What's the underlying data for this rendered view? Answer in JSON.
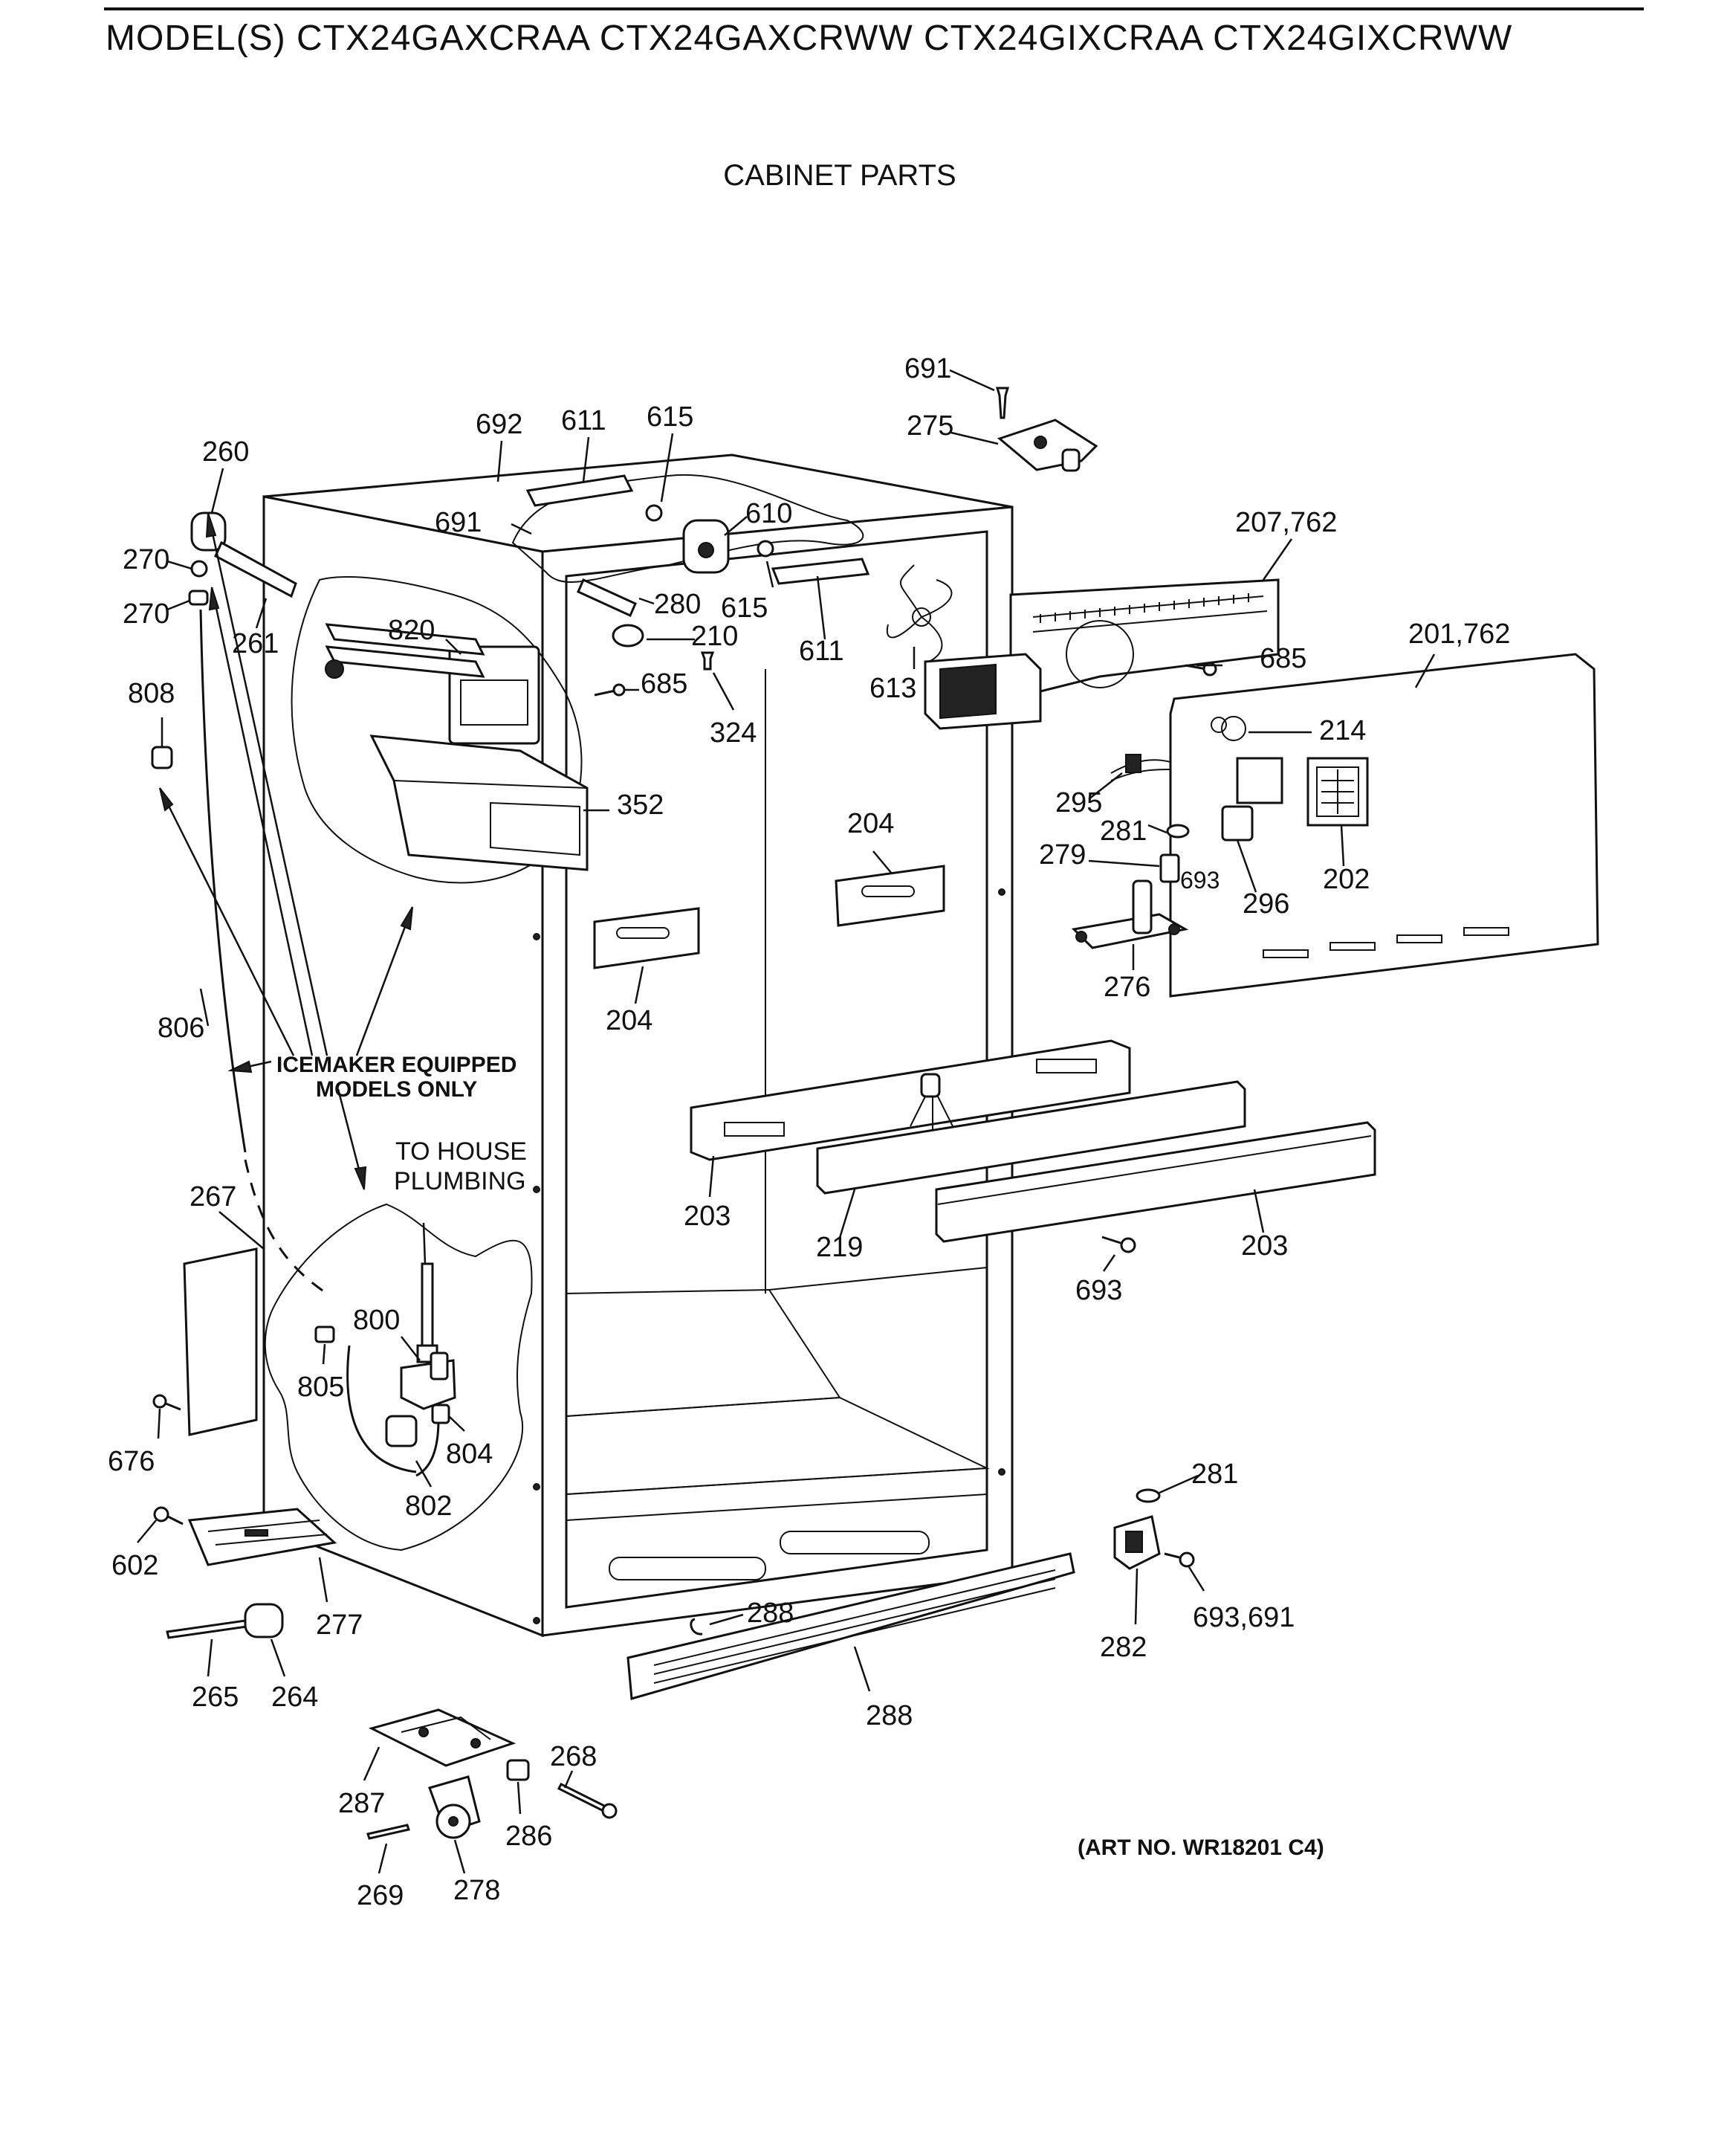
{
  "header": {
    "models_title": "MODEL(S) CTX24GAXCRAA  CTX24GAXCRWW  CTX24GIXCRAA  CTX24GIXCRWW",
    "section_title": "CABINET PARTS"
  },
  "notes": {
    "icemaker_line1": "ICEMAKER EQUIPPED",
    "icemaker_line2": "MODELS ONLY",
    "plumbing_line1": "TO HOUSE",
    "plumbing_line2": "PLUMBING",
    "art_number": "(ART NO. WR18201 C4)"
  },
  "callouts": [
    {
      "id": "c691a",
      "label": "691"
    },
    {
      "id": "c275",
      "label": "275"
    },
    {
      "id": "c692",
      "label": "692"
    },
    {
      "id": "c611a",
      "label": "611"
    },
    {
      "id": "c615a",
      "label": "615"
    },
    {
      "id": "c260",
      "label": "260"
    },
    {
      "id": "c610",
      "label": "610"
    },
    {
      "id": "c691b",
      "label": "691"
    },
    {
      "id": "c207",
      "label": "207,762"
    },
    {
      "id": "c270a",
      "label": "270"
    },
    {
      "id": "c615b",
      "label": "615"
    },
    {
      "id": "c280",
      "label": "280"
    },
    {
      "id": "c270b",
      "label": "270"
    },
    {
      "id": "c820",
      "label": "820"
    },
    {
      "id": "c210",
      "label": "210"
    },
    {
      "id": "c611b",
      "label": "611"
    },
    {
      "id": "c261",
      "label": "261"
    },
    {
      "id": "c201",
      "label": "201,762"
    },
    {
      "id": "c685a",
      "label": "685"
    },
    {
      "id": "c685b",
      "label": "685"
    },
    {
      "id": "c613",
      "label": "613"
    },
    {
      "id": "c808",
      "label": "808"
    },
    {
      "id": "c324",
      "label": "324"
    },
    {
      "id": "c214",
      "label": "214"
    },
    {
      "id": "c352",
      "label": "352"
    },
    {
      "id": "c295",
      "label": "295"
    },
    {
      "id": "c204a",
      "label": "204"
    },
    {
      "id": "c281a",
      "label": "281"
    },
    {
      "id": "c279",
      "label": "279"
    },
    {
      "id": "c693a",
      "label": "693"
    },
    {
      "id": "c296",
      "label": "296"
    },
    {
      "id": "c202",
      "label": "202"
    },
    {
      "id": "c276",
      "label": "276"
    },
    {
      "id": "c204b",
      "label": "204"
    },
    {
      "id": "c806",
      "label": "806"
    },
    {
      "id": "c203a",
      "label": "203"
    },
    {
      "id": "c219",
      "label": "219"
    },
    {
      "id": "c203b",
      "label": "203"
    },
    {
      "id": "c267",
      "label": "267"
    },
    {
      "id": "c693b",
      "label": "693"
    },
    {
      "id": "c800",
      "label": "800"
    },
    {
      "id": "c805",
      "label": "805"
    },
    {
      "id": "c804",
      "label": "804"
    },
    {
      "id": "c676",
      "label": "676"
    },
    {
      "id": "c802",
      "label": "802"
    },
    {
      "id": "c281b",
      "label": "281"
    },
    {
      "id": "c602",
      "label": "602"
    },
    {
      "id": "c277",
      "label": "277"
    },
    {
      "id": "c288a",
      "label": "288"
    },
    {
      "id": "c282",
      "label": "282"
    },
    {
      "id": "c693c",
      "label": "693,691"
    },
    {
      "id": "c265",
      "label": "265"
    },
    {
      "id": "c264",
      "label": "264"
    },
    {
      "id": "c288b",
      "label": "288"
    },
    {
      "id": "c287",
      "label": "287"
    },
    {
      "id": "c268",
      "label": "268"
    },
    {
      "id": "c286",
      "label": "286"
    },
    {
      "id": "c269",
      "label": "269"
    },
    {
      "id": "c278",
      "label": "278"
    }
  ]
}
